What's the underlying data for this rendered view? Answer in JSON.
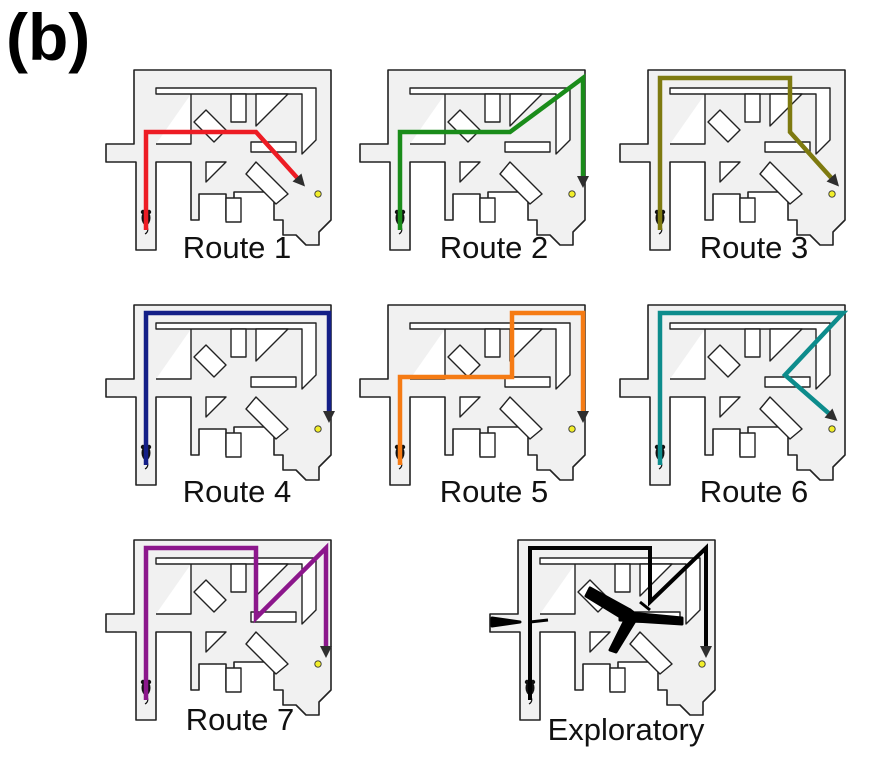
{
  "figure": {
    "panel_label": "(b)",
    "colors": {
      "maze_fill": "#f1f1f1",
      "maze_outline": "#222222",
      "food_marker": "#f2ee2a",
      "arrow_tip": "#2e2e2e"
    },
    "routes": [
      {
        "label": "Route 1",
        "color": "#ed1c24"
      },
      {
        "label": "Route 2",
        "color": "#1a8c1a"
      },
      {
        "label": "Route 3",
        "color": "#7e7a10"
      },
      {
        "label": "Route 4",
        "color": "#141f87"
      },
      {
        "label": "Route 5",
        "color": "#f57b14"
      },
      {
        "label": "Route 6",
        "color": "#0d8c8c"
      },
      {
        "label": "Route 7",
        "color": "#8c178c"
      },
      {
        "label": "Exploratory",
        "color": "#000000"
      }
    ],
    "icons": {
      "start": "mouse-icon",
      "goal": "food-dot-icon"
    }
  }
}
